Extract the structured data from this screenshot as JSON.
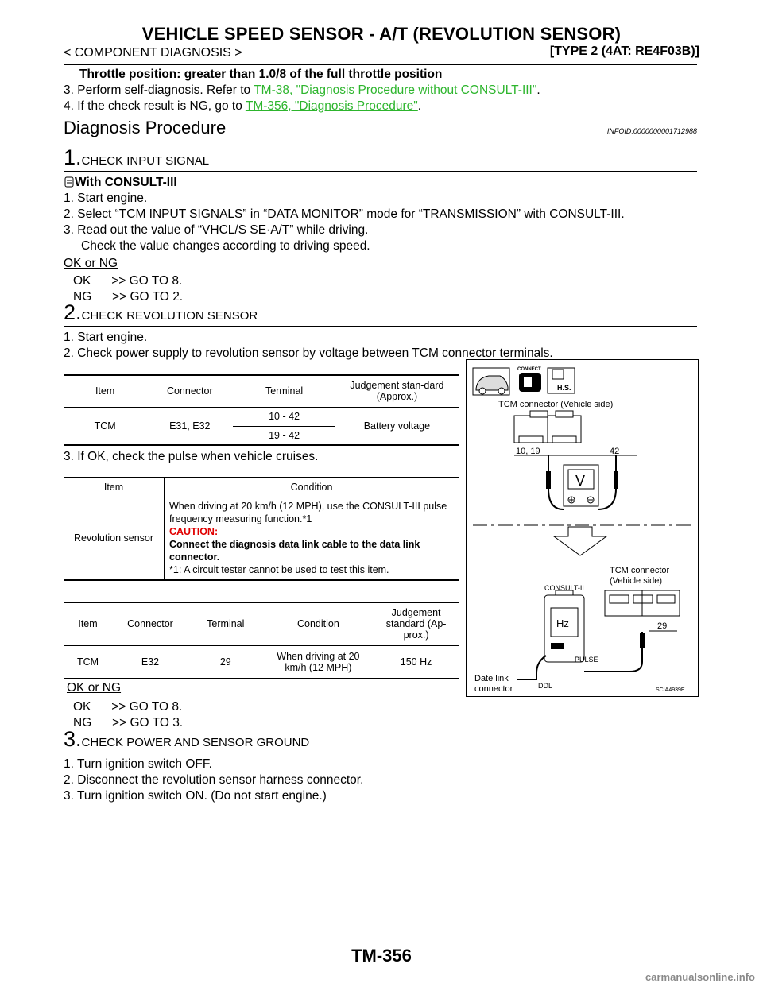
{
  "header": {
    "title": "VEHICLE SPEED SENSOR - A/T (REVOLUTION SENSOR)",
    "breadcrumb": "< COMPONENT DIAGNOSIS >",
    "type_label": "[TYPE 2 (4AT: RE4F03B)]"
  },
  "intro": {
    "throttle": "Throttle position: greater than 1.0/8 of the full throttle position",
    "line3_prefix": "3.   Perform self-diagnosis. Refer to ",
    "line3_link": "TM-38, \"Diagnosis Procedure without CONSULT-III\"",
    "line3_suffix": ".",
    "line4_prefix": "4.   If the check result is NG, go to ",
    "line4_link": "TM-356, \"Diagnosis Procedure\"",
    "line4_suffix": "."
  },
  "section": {
    "title": "Diagnosis Procedure",
    "info_id": "INFOID:0000000001712988"
  },
  "step1": {
    "number": "1.",
    "label": "CHECK INPUT SIGNAL",
    "with": "With CONSULT-III",
    "lines": [
      "1.   Start engine.",
      "2.   Select “TCM INPUT SIGNALS” in “DATA MONITOR” mode for “TRANSMISSION” with CONSULT-III.",
      "3.   Read out the value of “VHCL/S SE·A/T” while driving.",
      "Check the value changes according to driving speed."
    ],
    "ok_ng": "OK or NG",
    "ok": "OK      >> GO TO 8.",
    "ng": "NG      >> GO TO 2."
  },
  "step2": {
    "number": "2.",
    "label": "CHECK REVOLUTION SENSOR",
    "lines": [
      "1.   Start engine.",
      "2.   Check power supply to revolution sensor by voltage between TCM connector terminals."
    ],
    "table1": {
      "headers": [
        "Item",
        "Connector",
        "Terminal",
        "Judgement stan-dard (Approx.)"
      ],
      "item": "TCM",
      "connector": "E31, E32",
      "terminals": [
        "10 - 42",
        "19 - 42"
      ],
      "judgement": "Battery voltage"
    },
    "line3": "3.    If OK, check the pulse when vehicle cruises.",
    "table2": {
      "headers": [
        "Item",
        "Condition"
      ],
      "item": "Revolution sensor",
      "cond1": "When driving at 20 km/h (12 MPH), use the CONSULT-III pulse frequency measuring function.*1",
      "caution_label": "CAUTION:",
      "caution_text": "Connect the diagnosis data link cable to the data link connector.",
      "note": "*1: A circuit tester cannot be used to test this item."
    },
    "table3": {
      "headers": [
        "Item",
        "Connector",
        "Terminal",
        "Condition",
        "Judgement standard (Ap-prox.)"
      ],
      "row": [
        "TCM",
        "E32",
        "29",
        "When driving at 20 km/h (12 MPH)",
        "150 Hz"
      ]
    },
    "ok_ng": "OK or NG",
    "ok": "OK      >> GO TO 8.",
    "ng": "NG      >> GO TO 3."
  },
  "diagram": {
    "connect": "CONNECT",
    "hs": "H.S.",
    "tcm_connector_top": "TCM connector (Vehicle side)",
    "term_left": "10, 19",
    "term_right": "42",
    "meter": "V",
    "consult": "CONSULT-II",
    "tcm_connector_bottom_1": "TCM connector",
    "tcm_connector_bottom_2": "(Vehicle side)",
    "hz": "Hz",
    "term_29": "29",
    "pulse": "PULSE",
    "ddl": "DDL",
    "data_link_1": "Date link",
    "data_link_2": "connector",
    "code": "SCIA4939E"
  },
  "step3": {
    "number": "3.",
    "label": "CHECK POWER AND SENSOR GROUND",
    "lines": [
      "1.   Turn ignition switch OFF.",
      "2.   Disconnect the revolution sensor harness connector.",
      "3.   Turn ignition switch ON. (Do not start engine.)"
    ]
  },
  "footer": {
    "page": "TM-356",
    "watermark": "carmanualsonline.info"
  }
}
